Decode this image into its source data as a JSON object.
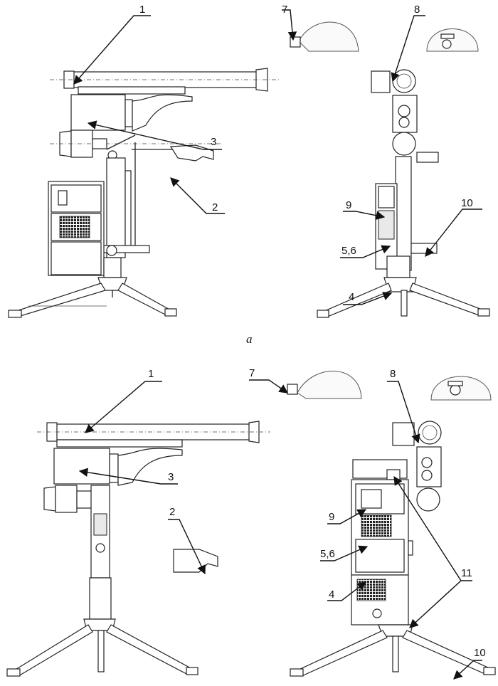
{
  "figure": {
    "caption_a": "а",
    "labels": {
      "l1": "1",
      "l2": "2",
      "l3": "3",
      "l4": "4",
      "l56": "5,6",
      "l7": "7",
      "l8": "8",
      "l9": "9",
      "l10": "10",
      "l11": "11"
    }
  }
}
